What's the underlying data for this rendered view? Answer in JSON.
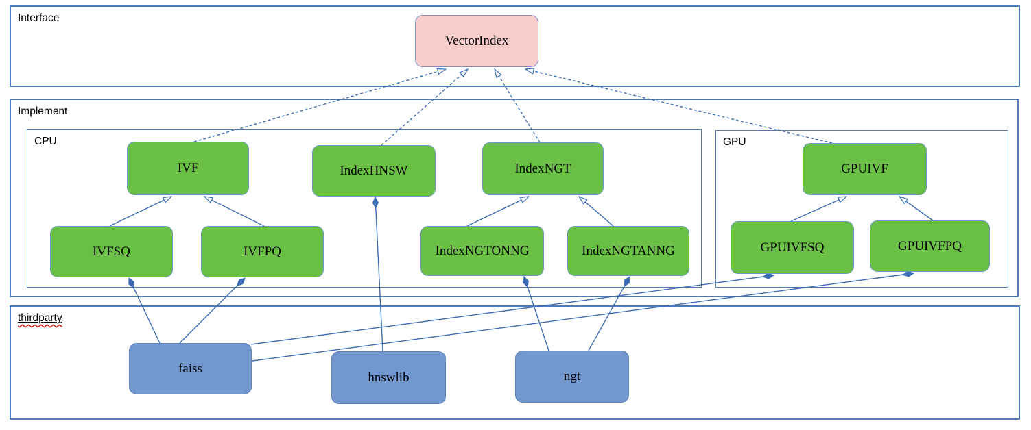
{
  "containers": {
    "interface": {
      "label": "Interface"
    },
    "implement": {
      "label": "Implement"
    },
    "cpu": {
      "label": "CPU"
    },
    "gpu": {
      "label": "GPU"
    },
    "thirdparty": {
      "label": "thirdparty"
    }
  },
  "nodes": {
    "vectorindex": {
      "label": "VectorIndex",
      "kind": "interface"
    },
    "ivf": {
      "label": "IVF",
      "kind": "cpu-class"
    },
    "indexhnsw": {
      "label": "IndexHNSW",
      "kind": "cpu-class"
    },
    "indexngt": {
      "label": "IndexNGT",
      "kind": "cpu-class"
    },
    "ivfsq": {
      "label": "IVFSQ",
      "kind": "cpu-class"
    },
    "ivfpq": {
      "label": "IVFPQ",
      "kind": "cpu-class"
    },
    "indexngtonng": {
      "label": "IndexNGTONNG",
      "kind": "cpu-class"
    },
    "indexngtanng": {
      "label": "IndexNGTANNG",
      "kind": "cpu-class"
    },
    "gpuivf": {
      "label": "GPUIVF",
      "kind": "gpu-class"
    },
    "gpuivfsq": {
      "label": "GPUIVFSQ",
      "kind": "gpu-class"
    },
    "gpuivfpq": {
      "label": "GPUIVFPQ",
      "kind": "gpu-class"
    },
    "faiss": {
      "label": "faiss",
      "kind": "thirdparty-lib"
    },
    "hnswlib": {
      "label": "hnswlib",
      "kind": "thirdparty-lib"
    },
    "ngt": {
      "label": "ngt",
      "kind": "thirdparty-lib"
    }
  },
  "edges": [
    {
      "from": "IVF",
      "to": "VectorIndex",
      "type": "realization"
    },
    {
      "from": "IndexHNSW",
      "to": "VectorIndex",
      "type": "realization"
    },
    {
      "from": "IndexNGT",
      "to": "VectorIndex",
      "type": "realization"
    },
    {
      "from": "GPUIVF",
      "to": "VectorIndex",
      "type": "realization"
    },
    {
      "from": "IVFSQ",
      "to": "IVF",
      "type": "generalization"
    },
    {
      "from": "IVFPQ",
      "to": "IVF",
      "type": "generalization"
    },
    {
      "from": "IndexNGTONNG",
      "to": "IndexNGT",
      "type": "generalization"
    },
    {
      "from": "IndexNGTANNG",
      "to": "IndexNGT",
      "type": "generalization"
    },
    {
      "from": "GPUIVFSQ",
      "to": "GPUIVF",
      "type": "generalization"
    },
    {
      "from": "GPUIVFPQ",
      "to": "GPUIVF",
      "type": "generalization"
    },
    {
      "from": "faiss",
      "to": "IVFSQ",
      "type": "composition"
    },
    {
      "from": "faiss",
      "to": "IVFPQ",
      "type": "composition"
    },
    {
      "from": "faiss",
      "to": "GPUIVFSQ",
      "type": "composition"
    },
    {
      "from": "faiss",
      "to": "GPUIVFPQ",
      "type": "composition"
    },
    {
      "from": "hnswlib",
      "to": "IndexHNSW",
      "type": "composition"
    },
    {
      "from": "ngt",
      "to": "IndexNGTONNG",
      "type": "composition"
    },
    {
      "from": "ngt",
      "to": "IndexNGTANNG",
      "type": "composition"
    }
  ],
  "colors": {
    "container_border": "#4d7ab8",
    "class_fill": "#6abf45",
    "class_border": "#6f97c4",
    "interface_fill": "#f8cecc",
    "interface_border": "#7d8fc5",
    "thirdparty_fill": "#7398d0",
    "thirdparty_border": "#5a82bb",
    "edge": "#3c6cb4",
    "spellcheck_underline": "#cc1111"
  }
}
